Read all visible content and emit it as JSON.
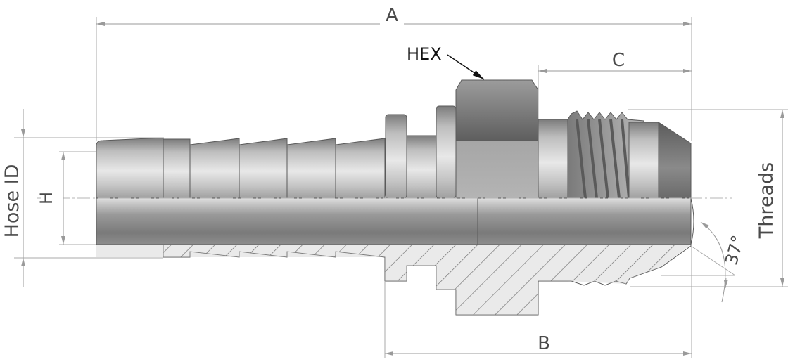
{
  "labels": {
    "a": "A",
    "b": "B",
    "c": "C",
    "hex": "HEX",
    "hose_id": "Hose ID",
    "h": "H",
    "threads": "Threads",
    "angle": "37°"
  },
  "colors": {
    "metal_light": "#dcdcdc",
    "metal_mid": "#a9a9a9",
    "metal_dark": "#6e6e6e",
    "section_fill": "#b9b9b9",
    "dimension_line": "#9a9a9a",
    "leader": "#111111"
  }
}
